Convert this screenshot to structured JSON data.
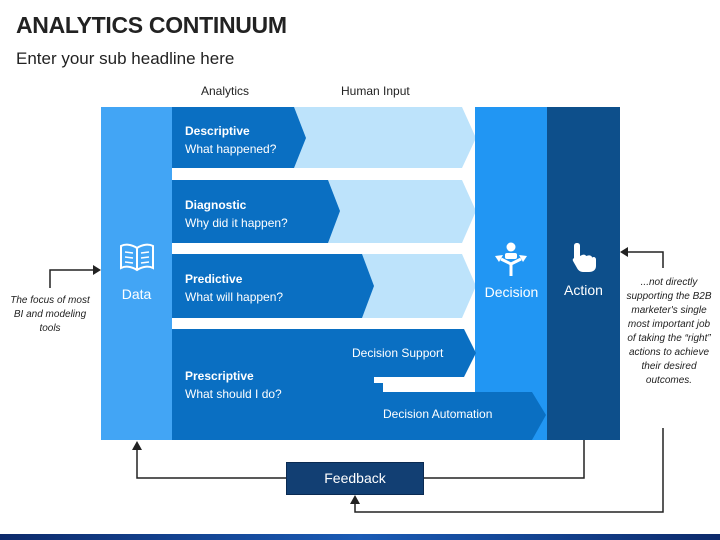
{
  "header": {
    "title": "ANALYTICS CONTINUUM",
    "subtitle": "Enter your sub headline here"
  },
  "columns": {
    "analytics": "Analytics",
    "human_input": "Human Input"
  },
  "data_label": "Data",
  "rows": [
    {
      "title": "Descriptive",
      "question": "What happened?"
    },
    {
      "title": "Diagnostic",
      "question": "Why did it happen?"
    },
    {
      "title": "Predictive",
      "question": "What will happen?"
    },
    {
      "title": "Prescriptive",
      "question": "What should I do?"
    }
  ],
  "decision_support": "Decision Support",
  "decision_automation": "Decision Automation",
  "decision_label": "Decision",
  "action_label": "Action",
  "feedback_label": "Feedback",
  "left_note": "The focus of most BI and modeling tools",
  "right_note": "...not directly supporting the B2B marketer's single most important job of taking the “right” actions to achieve their desired outcomes.",
  "colors": {
    "data_column": "#42a5f5",
    "row_blue": "#0a6fc2",
    "pale_arrow": "#bde3fb",
    "decision_column": "#2196f3",
    "action_column": "#0d4f8b",
    "feedback_box": "#123f73"
  },
  "icons": {
    "data": "open-book-icon",
    "decision": "person-with-diverging-arrows-icon",
    "action": "pointing-hand-icon"
  }
}
